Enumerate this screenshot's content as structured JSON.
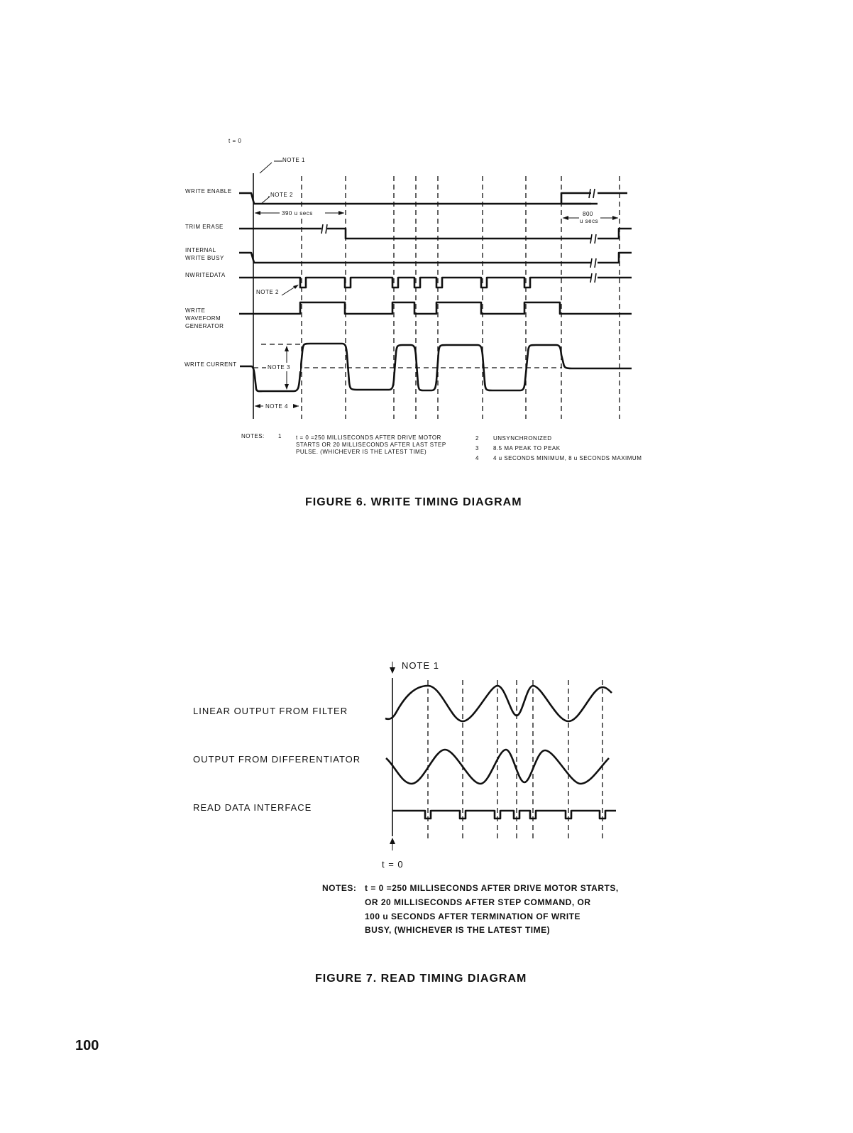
{
  "figure6": {
    "t0_label": "t = 0",
    "note1_label": "NOTE 1",
    "note2_label": "NOTE 2",
    "note2b_label": "NOTE 2",
    "note3_label": "NOTE 3",
    "note4_label": "NOTE 4",
    "dim_390": "390 u secs",
    "dim_800": "800",
    "dim_800_unit": "u secs",
    "signals": {
      "write_enable": "WRITE ENABLE",
      "trim_erase": "TRIM ERASE",
      "internal_write_busy_1": "INTERNAL",
      "internal_write_busy_2": "WRITE BUSY",
      "nwritedata": "NWRITEDATA",
      "waveform_1": "WRITE",
      "waveform_2": "WAVEFORM",
      "waveform_3": "GENERATOR",
      "write_current": "WRITE CURRENT"
    },
    "notes": {
      "heading": "NOTES:",
      "n1_num": "1",
      "n1_line1": "t = 0  =250 MILLISECONDS AFTER DRIVE MOTOR",
      "n1_line2": "STARTS OR 20 MILLISECONDS AFTER LAST STEP",
      "n1_line3": "PULSE. (WHICHEVER IS THE LATEST TIME)",
      "n2_num": "2",
      "n2_text": "UNSYNCHRONIZED",
      "n3_num": "3",
      "n3_text": "8.5 MA PEAK TO PEAK",
      "n4_num": "4",
      "n4_text": "4 u SECONDS MINIMUM, 8 u SECONDS MAXIMUM"
    },
    "caption": "FIGURE 6. WRITE TIMING DIAGRAM"
  },
  "figure7": {
    "note1_label": "NOTE 1",
    "t0_label": "t = 0",
    "signals": {
      "linear_output": "LINEAR OUTPUT FROM FILTER",
      "differentiator": "OUTPUT FROM DIFFERENTIATOR",
      "read_data": "READ DATA INTERFACE"
    },
    "notes": {
      "heading": "NOTES:",
      "line1": "t = 0  =250 MILLISECONDS AFTER DRIVE MOTOR STARTS,",
      "line2": "OR 20 MILLISECONDS AFTER STEP COMMAND, OR",
      "line3": "100 u SECONDS AFTER TERMINATION OF WRITE",
      "line4": "BUSY, (WHICHEVER IS THE LATEST TIME)"
    },
    "caption": "FIGURE 7. READ TIMING DIAGRAM"
  },
  "page_number": "100"
}
